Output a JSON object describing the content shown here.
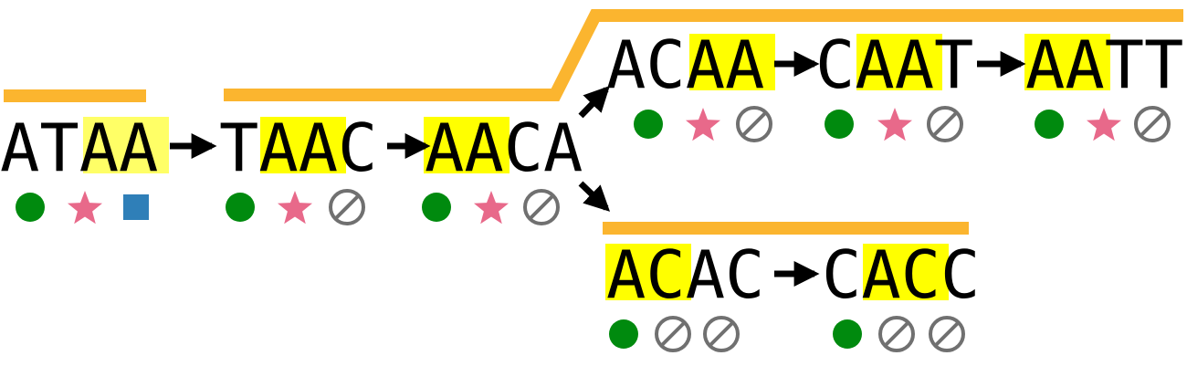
{
  "colors": {
    "bar": "#fbb52f",
    "highlight": "#ffff00",
    "highlight_soft": "#ffff66",
    "arrow": "#000000",
    "circle": "#008a0e",
    "star": "#e8698a",
    "square": "#2f7fb8",
    "blocked": "#707070"
  },
  "icons": {
    "circle": "green-circle-icon",
    "star": "pink-star-icon",
    "square": "blue-square-icon",
    "blocked": "blocked-icon"
  },
  "nodes": [
    {
      "id": "n1",
      "text": "ATAA",
      "highlight": [
        2,
        3
      ],
      "highlight_style": "soft",
      "markers": [
        "circle",
        "star",
        "square"
      ]
    },
    {
      "id": "n2",
      "text": "TAAC",
      "highlight": [
        1,
        2
      ],
      "highlight_style": "full",
      "markers": [
        "circle",
        "star",
        "blocked"
      ]
    },
    {
      "id": "n3",
      "text": "AACA",
      "highlight": [
        0,
        1
      ],
      "highlight_style": "full",
      "markers": [
        "circle",
        "star",
        "blocked"
      ]
    },
    {
      "id": "n4",
      "text": "ACAA",
      "highlight": [
        2,
        3
      ],
      "highlight_style": "full",
      "markers": [
        "circle",
        "star",
        "blocked"
      ]
    },
    {
      "id": "n5",
      "text": "CAAT",
      "highlight": [
        1,
        2
      ],
      "highlight_style": "full",
      "markers": [
        "circle",
        "star",
        "blocked"
      ]
    },
    {
      "id": "n6",
      "text": "AATT",
      "highlight": [
        0,
        1
      ],
      "highlight_style": "full",
      "markers": [
        "circle",
        "star",
        "blocked"
      ]
    },
    {
      "id": "n7",
      "text": "ACAC",
      "highlight": [
        0,
        1
      ],
      "highlight_style": "full",
      "markers": [
        "circle",
        "blocked",
        "blocked"
      ]
    },
    {
      "id": "n8",
      "text": "CACC",
      "highlight": [
        1,
        2
      ],
      "highlight_style": "full",
      "markers": [
        "circle",
        "blocked",
        "blocked"
      ]
    }
  ],
  "edges": [
    {
      "from": "n1",
      "to": "n2"
    },
    {
      "from": "n2",
      "to": "n3"
    },
    {
      "from": "n3",
      "to": "n4"
    },
    {
      "from": "n3",
      "to": "n7"
    },
    {
      "from": "n4",
      "to": "n5"
    },
    {
      "from": "n5",
      "to": "n6"
    },
    {
      "from": "n7",
      "to": "n8"
    }
  ]
}
